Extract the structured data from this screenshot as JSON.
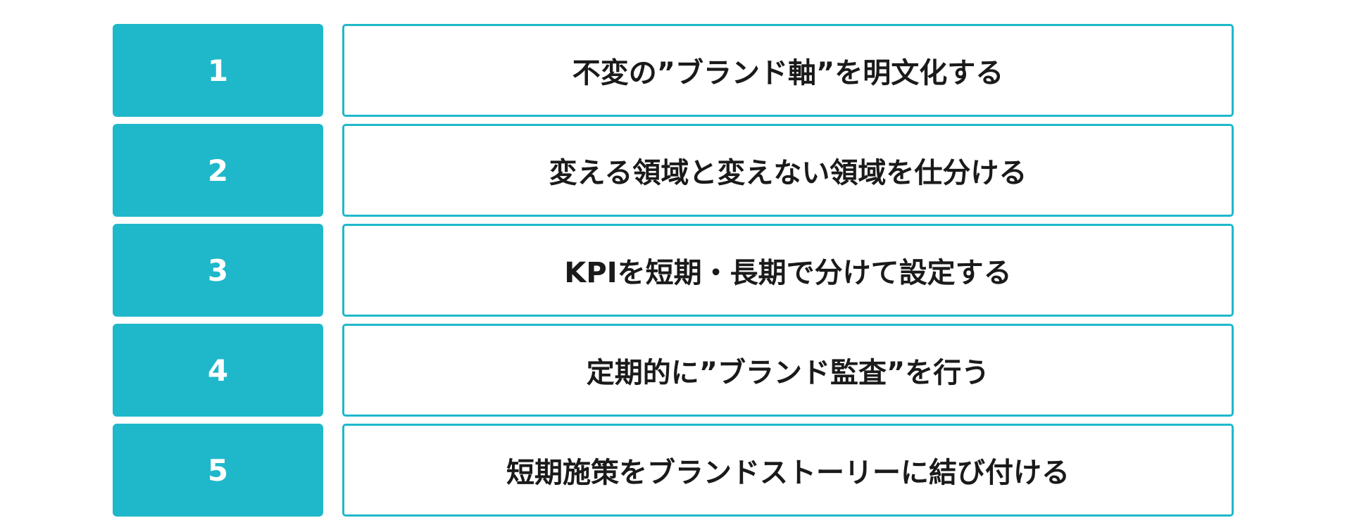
{
  "accent_color": "#1fb8cb",
  "items": [
    {
      "number": "1",
      "text": "不変の”ブランド軸”を明文化する"
    },
    {
      "number": "2",
      "text": "変える領域と変えない領域を仕分ける"
    },
    {
      "number": "3",
      "text": "KPIを短期・長期で分けて設定する"
    },
    {
      "number": "4",
      "text": "定期的に”ブランド監査”を行う"
    },
    {
      "number": "5",
      "text": "短期施策をブランドストーリーに結び付ける"
    }
  ]
}
